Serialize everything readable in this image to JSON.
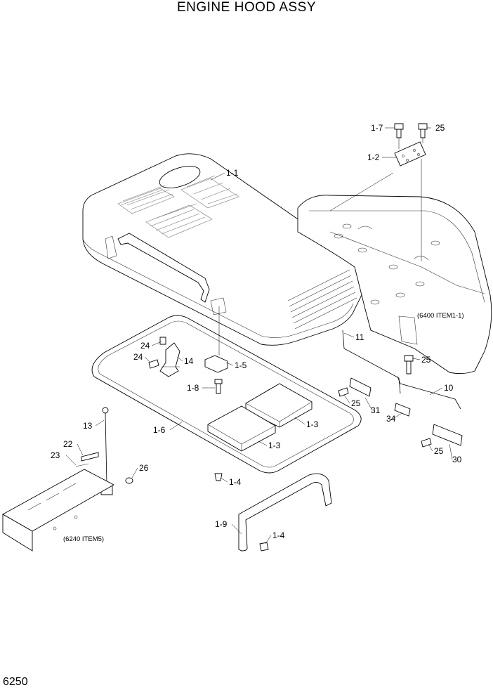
{
  "title": "ENGINE HOOD ASSY",
  "page_number": "6250",
  "reference_notes": {
    "ref_6400": "(6400 ITEM1-1)",
    "ref_6240": "(6240 ITEM5)"
  },
  "callouts": {
    "c_1_7": "1-7",
    "c_25_top": "25",
    "c_1_2": "1-2",
    "c_1_1": "1-1",
    "c_11": "11",
    "c_24a": "24",
    "c_24b": "24",
    "c_14": "14",
    "c_1_5": "1-5",
    "c_25_b": "25",
    "c_1_8": "1-8",
    "c_10": "10",
    "c_25_c": "25",
    "c_31": "31",
    "c_34": "34",
    "c_1_3a": "1-3",
    "c_1_3b": "1-3",
    "c_13": "13",
    "c_1_6": "1-6",
    "c_25_d": "25",
    "c_30": "30",
    "c_22": "22",
    "c_23": "23",
    "c_26": "26",
    "c_1_4a": "1-4",
    "c_1_9": "1-9",
    "c_1_4b": "1-4"
  }
}
